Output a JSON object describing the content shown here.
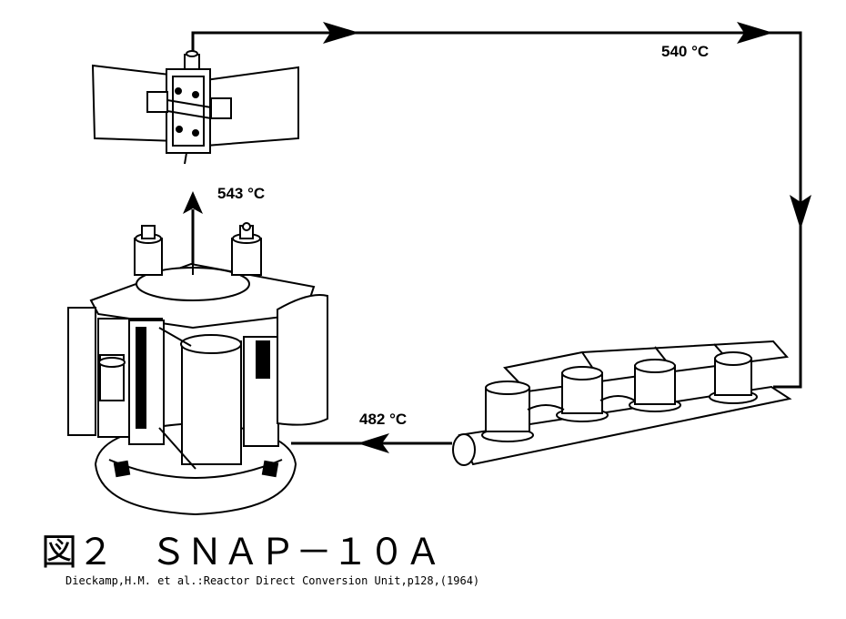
{
  "labels": {
    "temp_out": "540 °C",
    "temp_reactor": "543 °C",
    "temp_return": "482 °C"
  },
  "figure": {
    "title": "図２　ＳＮＡＰ－１０Ａ",
    "citation": "Dieckamp,H.M. et al.:Reactor Direct Conversion Unit,p128,(1964)"
  },
  "components": {
    "top": "space-radiator-unit",
    "bottom_left": "reactor-assembly",
    "bottom_right": "thermoelectric-converter-pipe"
  }
}
